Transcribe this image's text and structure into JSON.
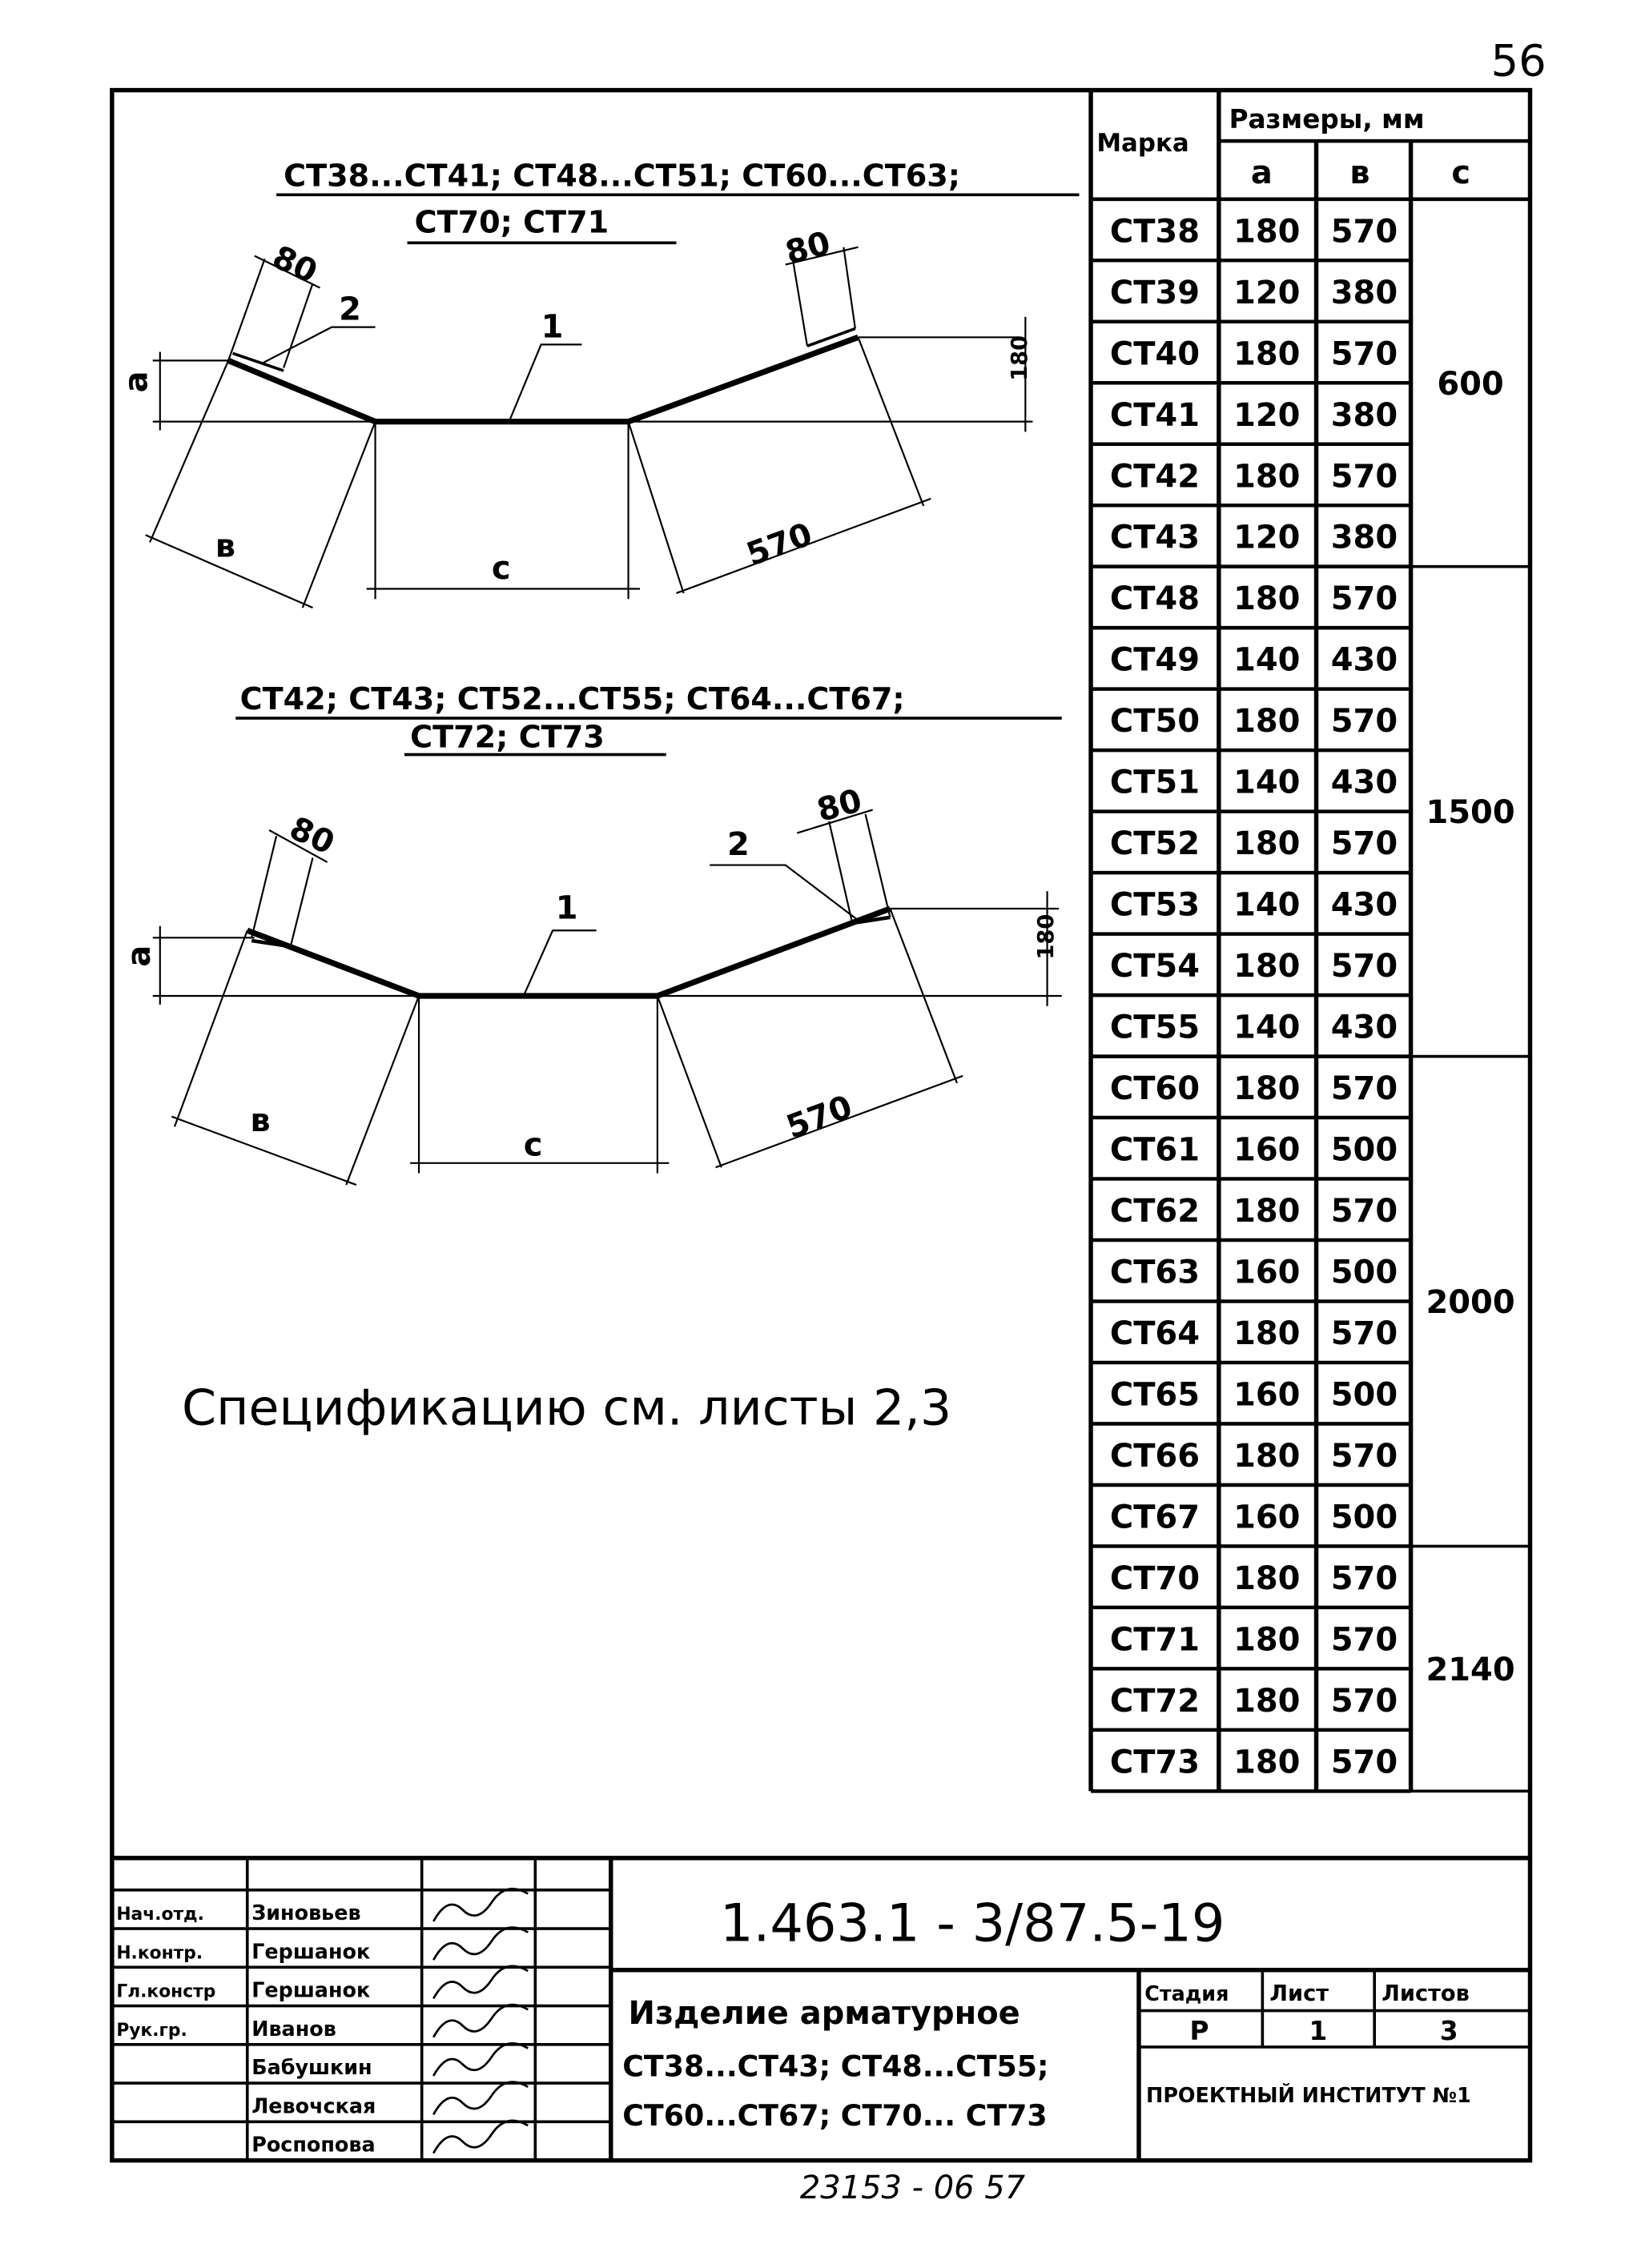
{
  "page_number": "56",
  "drawing1": {
    "heading_line1": "СТ38...СТ41; СТ48...СТ51; СТ60...СТ63;",
    "heading_line2": "СТ70; СТ71",
    "dim_80_left": "80",
    "dim_80_right": "80",
    "dim_a": "а",
    "dim_180": "180",
    "dim_b": "в",
    "dim_c": "с",
    "dim_570": "570",
    "pos_1": "1",
    "pos_2": "2"
  },
  "drawing2": {
    "heading_line1": "СТ42; СТ43; СТ52...СТ55; СТ64...СТ67;",
    "heading_line2": "СТ72; СТ73",
    "dim_80_left": "80",
    "dim_80_right": "80",
    "dim_a": "а",
    "dim_180": "180",
    "dim_b": "в",
    "dim_c": "с",
    "dim_570": "570",
    "pos_1": "1",
    "pos_2": "2"
  },
  "spec_note": "Спецификацию см. листы 2,3",
  "table": {
    "header_mark": "Марка",
    "header_sizes": "Размеры, мм",
    "header_a": "а",
    "header_b": "в",
    "header_c": "с",
    "rows": [
      {
        "mark": "СТ38",
        "a": "180",
        "b": "570"
      },
      {
        "mark": "СТ39",
        "a": "120",
        "b": "380"
      },
      {
        "mark": "СТ40",
        "a": "180",
        "b": "570"
      },
      {
        "mark": "СТ41",
        "a": "120",
        "b": "380"
      },
      {
        "mark": "СТ42",
        "a": "180",
        "b": "570"
      },
      {
        "mark": "СТ43",
        "a": "120",
        "b": "380"
      },
      {
        "mark": "СТ48",
        "a": "180",
        "b": "570"
      },
      {
        "mark": "СТ49",
        "a": "140",
        "b": "430"
      },
      {
        "mark": "СТ50",
        "a": "180",
        "b": "570"
      },
      {
        "mark": "СТ51",
        "a": "140",
        "b": "430"
      },
      {
        "mark": "СТ52",
        "a": "180",
        "b": "570"
      },
      {
        "mark": "СТ53",
        "a": "140",
        "b": "430"
      },
      {
        "mark": "СТ54",
        "a": "180",
        "b": "570"
      },
      {
        "mark": "СТ55",
        "a": "140",
        "b": "430"
      },
      {
        "mark": "СТ60",
        "a": "180",
        "b": "570"
      },
      {
        "mark": "СТ61",
        "a": "160",
        "b": "500"
      },
      {
        "mark": "СТ62",
        "a": "180",
        "b": "570"
      },
      {
        "mark": "СТ63",
        "a": "160",
        "b": "500"
      },
      {
        "mark": "СТ64",
        "a": "180",
        "b": "570"
      },
      {
        "mark": "СТ65",
        "a": "160",
        "b": "500"
      },
      {
        "mark": "СТ66",
        "a": "180",
        "b": "570"
      },
      {
        "mark": "СТ67",
        "a": "160",
        "b": "500"
      },
      {
        "mark": "СТ70",
        "a": "180",
        "b": "570"
      },
      {
        "mark": "СТ71",
        "a": "180",
        "b": "570"
      },
      {
        "mark": "СТ72",
        "a": "180",
        "b": "570"
      },
      {
        "mark": "СТ73",
        "a": "180",
        "b": "570"
      }
    ],
    "c_groups": [
      {
        "value": "600",
        "rows": 6
      },
      {
        "value": "1500",
        "rows": 8
      },
      {
        "value": "2000",
        "rows": 8
      },
      {
        "value": "2140",
        "rows": 4
      }
    ]
  },
  "title_block": {
    "code": "1.463.1 - 3/87.5-19",
    "title_line1": "Изделие арматурное",
    "title_line2": "СТ38...СТ43; СТ48...СТ55;",
    "title_line3": "СТ60...СТ67; СТ70... СТ73",
    "stage_label": "Стадия",
    "sheet_label": "Лист",
    "sheets_label": "Листов",
    "stage": "Р",
    "sheet": "1",
    "sheets": "3",
    "organization": "ПРОЕКТНЫЙ ИНСТИТУТ №1",
    "signatories": [
      {
        "role": "Нач.отд.",
        "name": "Зиновьев"
      },
      {
        "role": "Н.контр.",
        "name": "Гершанок"
      },
      {
        "role": "Гл.констр",
        "name": "Гершанок"
      },
      {
        "role": "Рук.гр.",
        "name": "Иванов"
      },
      {
        "role": "",
        "name": "Бабушкин"
      },
      {
        "role": "",
        "name": "Левочская"
      },
      {
        "role": "",
        "name": "Роспопова"
      }
    ]
  },
  "footer_number": "23153 - 06   57"
}
